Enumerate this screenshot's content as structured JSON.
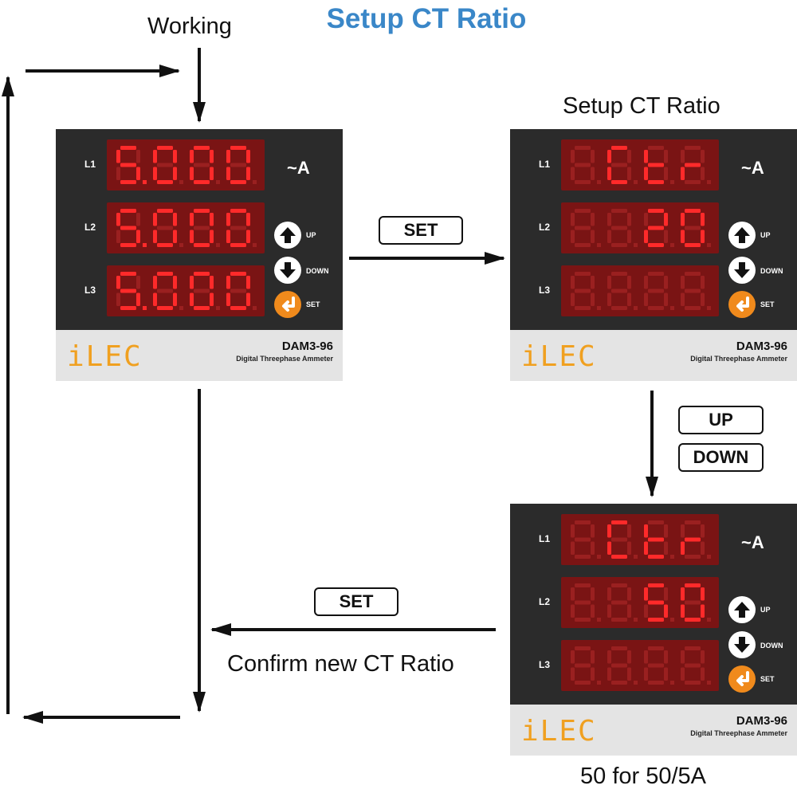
{
  "title": "Setup CT Ratio",
  "captions": {
    "working": "Working",
    "setup": "Setup CT Ratio",
    "confirm": "Confirm new CT Ratio",
    "example": "50 for 50/5A"
  },
  "keys": {
    "set_top": "SET",
    "up": "UP",
    "down": "DOWN",
    "set_bottom": "SET"
  },
  "meters": [
    {
      "rows": [
        {
          "label": "L1",
          "display": "5.000"
        },
        {
          "label": "L2",
          "display": "5.000"
        },
        {
          "label": "L3",
          "display": "5.000"
        }
      ],
      "unit": "~A",
      "buttons": {
        "up": "UP",
        "down": "DOWN",
        "set": "SET"
      },
      "brand": "iLEC",
      "model": "DAM3-96",
      "description": "Digital Threephase Ammeter"
    },
    {
      "rows": [
        {
          "label": "L1",
          "display": "Ctr"
        },
        {
          "label": "L2",
          "display": "20"
        },
        {
          "label": "L3",
          "display": ""
        }
      ],
      "unit": "~A",
      "buttons": {
        "up": "UP",
        "down": "DOWN",
        "set": "SET"
      },
      "brand": "iLEC",
      "model": "DAM3-96",
      "description": "Digital Threephase Ammeter"
    },
    {
      "rows": [
        {
          "label": "L1",
          "display": "Ctr"
        },
        {
          "label": "L2",
          "display": "50"
        },
        {
          "label": "L3",
          "display": ""
        }
      ],
      "unit": "~A",
      "buttons": {
        "up": "UP",
        "down": "DOWN",
        "set": "SET"
      },
      "brand": "iLEC",
      "model": "DAM3-96",
      "description": "Digital Threephase Ammeter"
    }
  ],
  "colors": {
    "title": "#3a87c8",
    "segment_on": "#ff2a2a",
    "segment_off": "#9a2020",
    "brand": "#f0a020",
    "set_button": "#f08a1c"
  }
}
